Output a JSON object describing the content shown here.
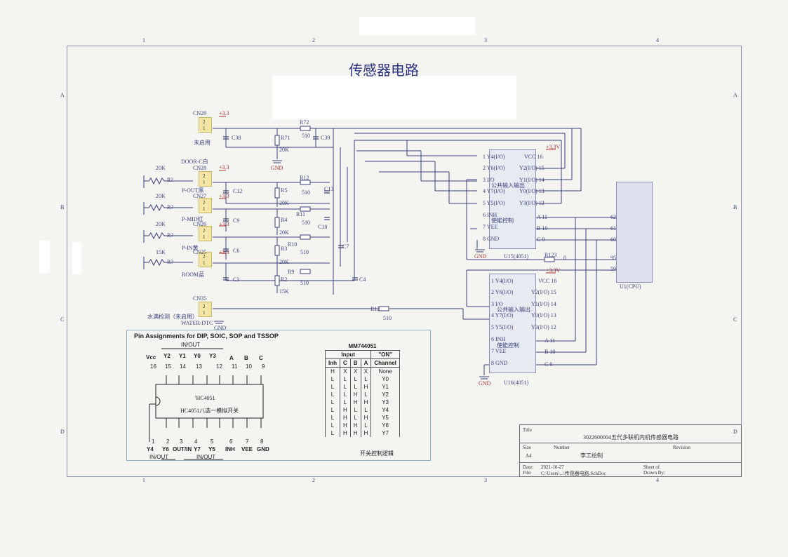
{
  "title": "传感器电路",
  "grid": {
    "cols": [
      "1",
      "2",
      "3",
      "4"
    ],
    "rows": [
      "A",
      "B",
      "C",
      "D"
    ]
  },
  "connectors": [
    {
      "ref": "CN29",
      "power": "+3.3",
      "label": "未启用"
    },
    {
      "ref": "CN28",
      "power": "+3.3",
      "label": "DOOR-C白",
      "sub": "P-OUT黑",
      "res": "20K",
      "rname": "R?"
    },
    {
      "ref": "CN27",
      "power": "+3.3",
      "label": "P-MID红",
      "res": "20K",
      "rname": "R?"
    },
    {
      "ref": "CN26",
      "power": "+3.3",
      "label": "P-IN黄",
      "res": "20K",
      "rname": "R?"
    },
    {
      "ref": "CN25",
      "power": "+3.3",
      "label": "ROOM蓝",
      "res": "15K",
      "rname": "R?"
    },
    {
      "ref": "CN35",
      "label": "水满检测（未启用）",
      "sub": "WATER-DTC",
      "gnd": "GND"
    }
  ],
  "pins_12": [
    "2",
    "1"
  ],
  "passives": {
    "R72": "R72",
    "R72v": "510",
    "C39": "C39",
    "C38": "C38",
    "R71": "R71",
    "R71v": "20K",
    "gnd": "GND",
    "R12a": "R12",
    "C13": "C13",
    "R5": "R5",
    "C12": "C12",
    "R11": "R11",
    "R4": "R4",
    "C9": "C9",
    "C10": "C10",
    "R10": "R10",
    "R3": "R3",
    "C6": "C6",
    "C7": "C7",
    "R9": "R9",
    "R2": "R2",
    "C3": "C3",
    "C4": "C4",
    "R12": "R12",
    "v510": "510",
    "v20K": "20K",
    "v15K": "15K",
    "R123": "R123",
    "R123v": "0"
  },
  "u15": {
    "name": "U15(4051)",
    "vcc": "+3.3V",
    "left": [
      [
        "1",
        "Y4(I/O)"
      ],
      [
        "2",
        "Y6(I/O)"
      ],
      [
        "3",
        "I/O"
      ],
      [
        "4",
        "Y7(I/O)"
      ],
      [
        "5",
        "Y5(I/O)"
      ],
      [
        "6",
        "INH"
      ],
      [
        "7",
        "VEE"
      ],
      [
        "8",
        "GND"
      ]
    ],
    "right": [
      [
        "VCC",
        "16"
      ],
      [
        "Y2(I/O)",
        "15"
      ],
      [
        "Y1(I/O)",
        "14"
      ],
      [
        "Y0(I/O)",
        "13"
      ],
      [
        "Y3(I/O)",
        "12"
      ],
      [
        "A",
        "11"
      ],
      [
        "B",
        "10"
      ],
      [
        "C",
        "9"
      ]
    ],
    "note1": "公共输入输出",
    "note2": "使能控制",
    "gnd": "GND"
  },
  "u16": {
    "name": "U16(4051)",
    "vcc": "+3.3V",
    "left": [
      [
        "1",
        "Y4(I/O)"
      ],
      [
        "2",
        "Y6(I/O)"
      ],
      [
        "3",
        "I/O"
      ],
      [
        "4",
        "Y7(I/O)"
      ],
      [
        "5",
        "Y5(I/O)"
      ],
      [
        "6",
        "INH"
      ],
      [
        "7",
        "VEE"
      ],
      [
        "8",
        "GND"
      ]
    ],
    "right": [
      [
        "VCC",
        "16"
      ],
      [
        "Y2(I/O)",
        "15"
      ],
      [
        "Y1(I/O)",
        "14"
      ],
      [
        "Y0(I/O)",
        "13"
      ],
      [
        "Y3(I/O)",
        "12"
      ],
      [
        "A",
        "11"
      ],
      [
        "B",
        "10"
      ],
      [
        "C",
        "9"
      ]
    ],
    "note1": "公共输入输出",
    "note2": "使能控制",
    "gnd": "GND"
  },
  "cpu": {
    "name": "U1(CPU)",
    "pins": [
      "62",
      "61",
      "60",
      "95",
      "59"
    ]
  },
  "pinbox": {
    "title": "Pin Assignments for DIP, SOIC, SOP and TSSOP",
    "top_group": "IN/OUT",
    "top_labels": [
      "Vcc",
      "Y2",
      "Y1",
      "Y0",
      "Y3",
      "A",
      "B",
      "C"
    ],
    "top_nums": [
      "16",
      "15",
      "14",
      "13",
      "12",
      "11",
      "10",
      "9"
    ],
    "chip1": "'HC4051",
    "chip2": "HC4051八选一模拟开关",
    "bot_nums": [
      "1",
      "2",
      "3",
      "4",
      "5",
      "6",
      "7",
      "8"
    ],
    "bot_labels": [
      "Y4",
      "Y6",
      "OUT/IN",
      "Y7",
      "Y5",
      "INH",
      "VEE",
      "GND"
    ],
    "bot_group1": "IN/OUT",
    "bot_group2": "IN/OUT"
  },
  "truth": {
    "title": "MM744051",
    "h_input": "Input",
    "h_on": "\"ON\"",
    "cols": [
      "Inh",
      "C",
      "B",
      "A",
      "Channel"
    ],
    "rows": [
      [
        "H",
        "X",
        "X",
        "X",
        "None"
      ],
      [
        "L",
        "L",
        "L",
        "L",
        "Y0"
      ],
      [
        "L",
        "L",
        "L",
        "H",
        "Y1"
      ],
      [
        "L",
        "L",
        "H",
        "L",
        "Y2"
      ],
      [
        "L",
        "L",
        "H",
        "H",
        "Y3"
      ],
      [
        "L",
        "H",
        "L",
        "L",
        "Y4"
      ],
      [
        "L",
        "H",
        "L",
        "H",
        "Y5"
      ],
      [
        "L",
        "H",
        "H",
        "L",
        "Y6"
      ],
      [
        "L",
        "H",
        "H",
        "H",
        "Y7"
      ]
    ],
    "caption": "开关控制逻辑"
  },
  "titleblock": {
    "title_l": "Title",
    "title_v": "3022600004五代多联机内机传感器电路",
    "size_l": "Size",
    "size_v": "A4",
    "number_l": "Number",
    "number_v": "李工绘制",
    "rev_l": "Revision",
    "date_l": "Date:",
    "date_v": "2021-10-27",
    "sheet_l": "Sheet  of",
    "file_l": "File:",
    "file_v": "C:\\Users\\...\\传感器电路.SchDoc",
    "drawn_l": "Drawn By:"
  }
}
